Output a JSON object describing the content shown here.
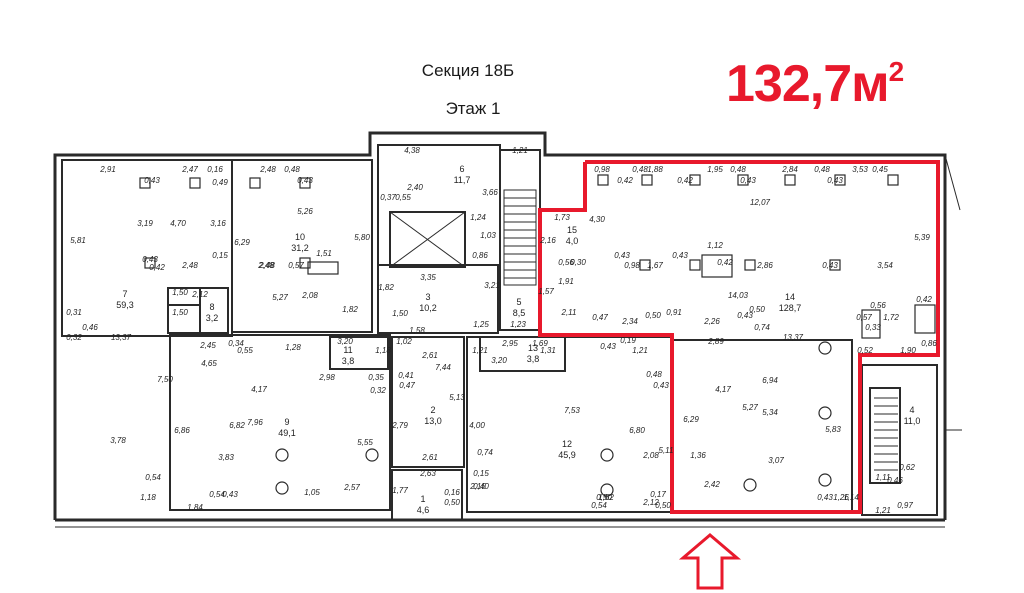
{
  "header": {
    "section": "Секция 18Б",
    "floor": "Этаж 1",
    "area_value": "132,7м",
    "area_sup": "2"
  },
  "colors": {
    "highlight": "#e8192c",
    "walls": "#2a2a2a",
    "background": "#ffffff"
  },
  "rooms": [
    {
      "number": "7",
      "area": "59,3"
    },
    {
      "number": "8",
      "area": "3,2"
    },
    {
      "number": "10",
      "area": "31,2"
    },
    {
      "number": "6",
      "area": "11,7"
    },
    {
      "number": "3",
      "area": "10,2"
    },
    {
      "number": "5",
      "area": "8,5"
    },
    {
      "number": "15",
      "area": "4,0"
    },
    {
      "number": "14",
      "area": "128,7"
    },
    {
      "number": "11",
      "area": "3,8"
    },
    {
      "number": "9",
      "area": "49,1"
    },
    {
      "number": "2",
      "area": "13,0"
    },
    {
      "number": "13",
      "area": "3,8"
    },
    {
      "number": "12",
      "area": "45,9"
    },
    {
      "number": "1",
      "area": "4,6"
    },
    {
      "number": "4",
      "area": "11,0"
    }
  ],
  "dimensions": [
    "2,91",
    "0,43",
    "2,47",
    "0,16",
    "0,49",
    "2,48",
    "0,48",
    "0,43",
    "4,38",
    "2,40",
    "0,37",
    "0,55",
    "3,66",
    "1,21",
    "0,98",
    "0,42",
    "0,48",
    "1,88",
    "0,42",
    "1,95",
    "0,43",
    "0,48",
    "2,84",
    "0,43",
    "0,48",
    "3,53",
    "0,45",
    "12,07",
    "5,39",
    "1,73",
    "4,30",
    "2,16",
    "0,56",
    "0,30",
    "1,91",
    "0,43",
    "0,98",
    "1,12",
    "0,43",
    "1,67",
    "0,42",
    "2,86",
    "0,43",
    "3,54",
    "14,03",
    "0,56",
    "0,42",
    "0,33",
    "3,19",
    "4,70",
    "3,16",
    "5,81",
    "6,29",
    "5,26",
    "5,80",
    "2,48",
    "0,57",
    "1,51",
    "2,48",
    "2,12",
    "0,15",
    "0,43",
    "0,42",
    "2,48",
    "5,27",
    "2,08",
    "1,82",
    "1,50",
    "0,31",
    "0,32",
    "0,46",
    "13,37",
    "1,50",
    "1,82",
    "1,50",
    "1,58",
    "1,25",
    "1,23",
    "1,03",
    "3,21",
    "3,35",
    "0,86",
    "1,24",
    "1,57",
    "2,11",
    "0,47",
    "2,34",
    "0,50",
    "0,91",
    "2,26",
    "0,43",
    "0,50",
    "0,74",
    "13,37",
    "0,57",
    "0,52",
    "1,72",
    "1,90",
    "0,86",
    "2,45",
    "0,34",
    "0,55",
    "4,65",
    "1,28",
    "3,20",
    "1,18",
    "7,50",
    "3,78",
    "1,02",
    "2,61",
    "7,44",
    "0,41",
    "0,47",
    "2,98",
    "0,35",
    "0,32",
    "2,95",
    "1,69",
    "0,43",
    "0,19",
    "1,21",
    "3,20",
    "1,31",
    "1,21",
    "4,17",
    "7,96",
    "6,82",
    "5,55",
    "2,79",
    "5,13",
    "4,00",
    "7,53",
    "6,80",
    "6,29",
    "4,17",
    "5,27",
    "6,94",
    "5,34",
    "5,83",
    "0,48",
    "0,43",
    "2,89",
    "6,86",
    "3,83",
    "0,74",
    "2,08",
    "1,36",
    "3,07",
    "5,11",
    "0,15",
    "2,61",
    "2,63",
    "0,54",
    "1,18",
    "1,84",
    "0,54",
    "0,43",
    "1,05",
    "2,57",
    "1,77",
    "0,16",
    "0,50",
    "0,40",
    "2,15",
    "1,62",
    "0,50",
    "2,12",
    "0,54",
    "0,17",
    "0,50",
    "2,42",
    "0,43",
    "1,26",
    "1,14",
    "1,11",
    "0,62",
    "0,46",
    "1,21",
    "0,97"
  ]
}
